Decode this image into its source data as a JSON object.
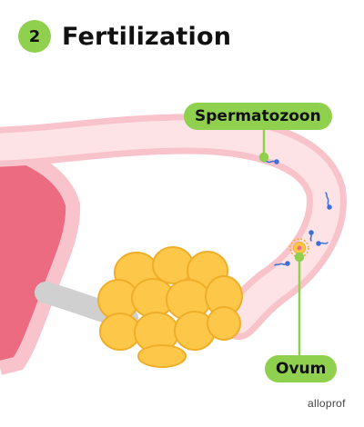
{
  "header": {
    "step_number": "2",
    "title": "Fertilization"
  },
  "labels": {
    "spermatozoon": "Spermatozoon",
    "ovum": "Ovum"
  },
  "brand": "alloprof",
  "colors": {
    "accent": "#8fd14f",
    "tube": "#fde3e6",
    "tube_outline": "#f8c3cb",
    "uterus": "#ec6b80",
    "ovary": "#fdc84a",
    "ovary_outline": "#f0ae28",
    "sperm": "#3d6fd8"
  }
}
